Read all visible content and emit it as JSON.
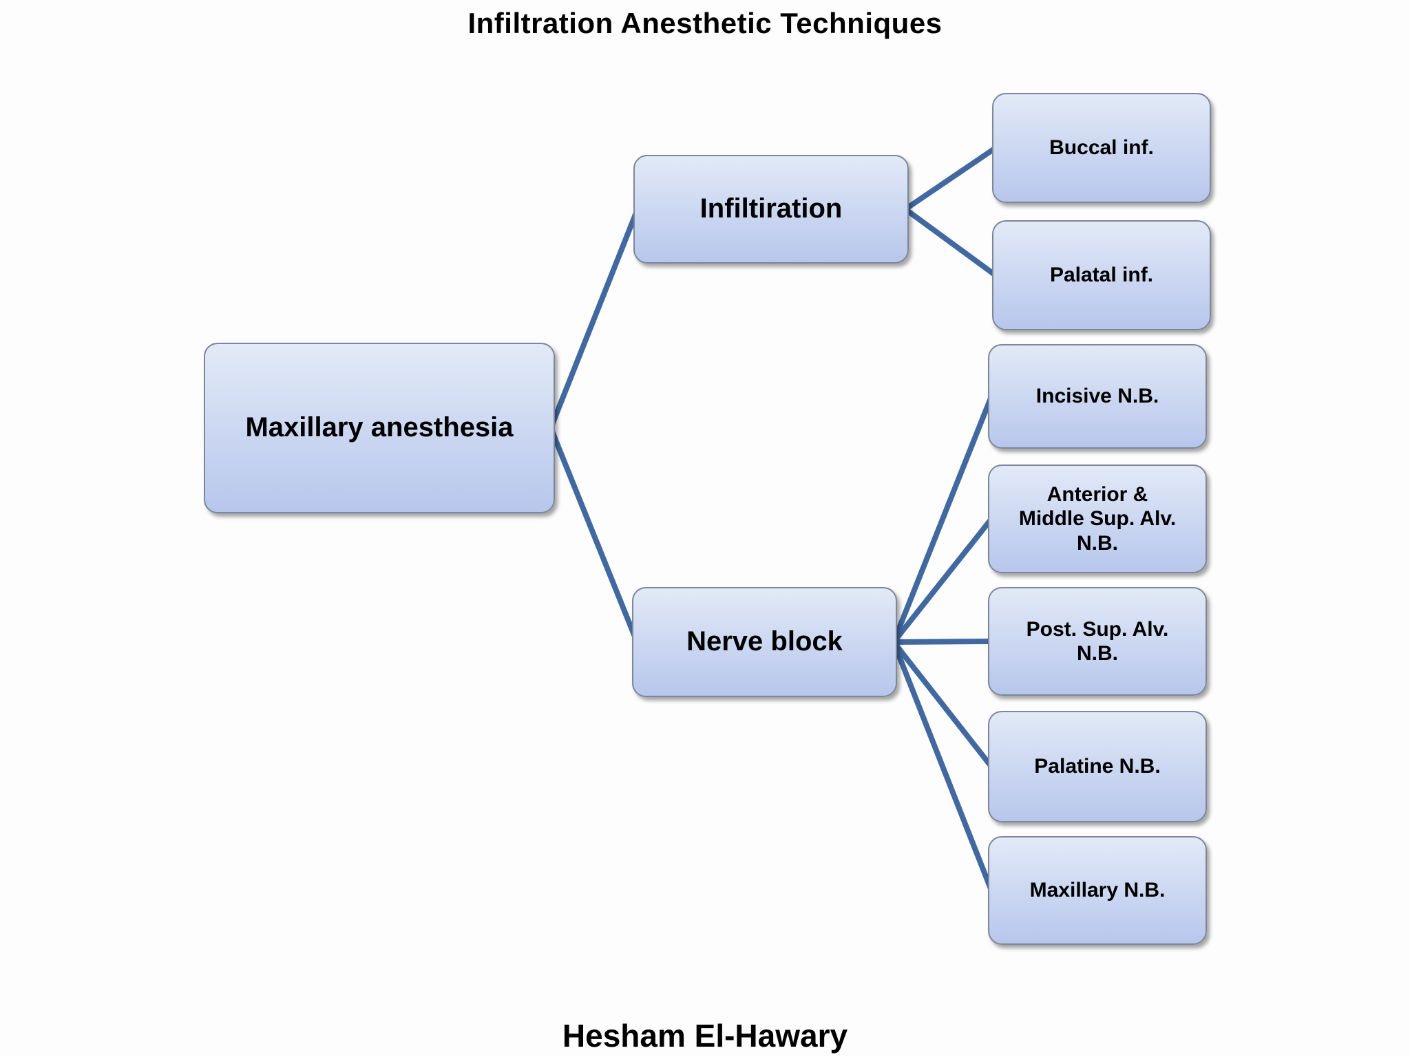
{
  "title": "Infiltration Anesthetic Techniques",
  "credit": "Hesham El-Hawary",
  "colors": {
    "connector": "#41699f",
    "box_border": "#7d8799",
    "box_top": "#e2eaf7",
    "box_bottom": "#b7c6ec",
    "text": "#000000",
    "background": "#fdfdfd"
  },
  "tree": {
    "root": {
      "label": "Maxillary anesthesia"
    },
    "branches": [
      {
        "label": "Infiltiration",
        "children": [
          {
            "label": "Buccal inf."
          },
          {
            "label": "Palatal inf."
          }
        ]
      },
      {
        "label": "Nerve block",
        "children": [
          {
            "label": "Incisive N.B."
          },
          {
            "label": "Anterior &\nMiddle Sup. Alv.\nN.B."
          },
          {
            "label": "Post. Sup. Alv.\nN.B."
          },
          {
            "label": "Palatine N.B."
          },
          {
            "label": "Maxillary N.B."
          }
        ]
      }
    ]
  }
}
